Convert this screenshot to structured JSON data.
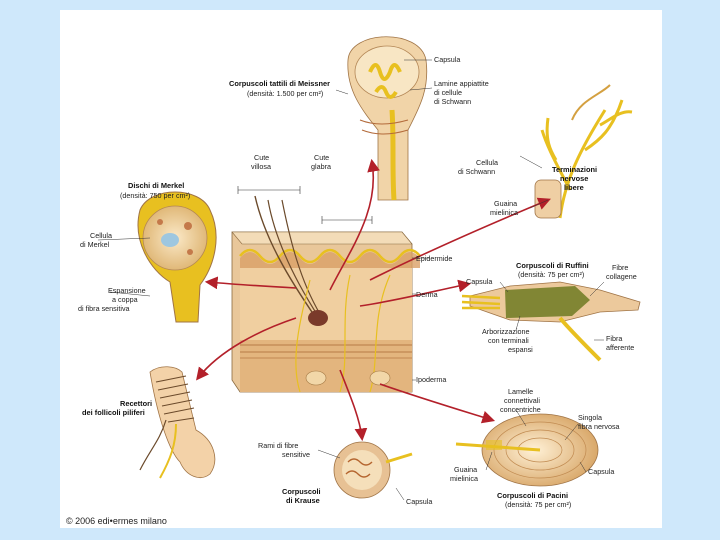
{
  "labels": {
    "capsula_top": "Capsula",
    "meissner_title": "Corpuscoli tattili di Meissner",
    "meissner_density": "(densità: 1.500 per cm²)",
    "lamine_1": "Lamine appiattite",
    "lamine_2": "di cellule",
    "lamine_3": "di Schwann",
    "cute_villosa_1": "Cute",
    "cute_villosa_2": "villosa",
    "cute_glabra_1": "Cute",
    "cute_glabra_2": "glabra",
    "merkel_title": "Dischi di Merkel",
    "merkel_density": "(densità: 750 per cm²)",
    "cellula_schwann_1": "Cellula",
    "cellula_schwann_2": "di Schwann",
    "terminazioni_1": "Terminazioni",
    "terminazioni_2": "nervose",
    "terminazioni_3": "libere",
    "guaina_mielinica_1": "Guaina",
    "guaina_mielinica_2": "mielinica",
    "cellula_merkel_1": "Cellula",
    "cellula_merkel_2": "di Merkel",
    "epidermide": "Epidermide",
    "ruffini_title": "Corpuscoli di Ruffini",
    "ruffini_density": "(densità: 75 per cm²)",
    "fibre_collagene_1": "Fibre",
    "fibre_collagene_2": "collagene",
    "capsula_ruffini": "Capsula",
    "espansione_1": "Espansione",
    "espansione_2": "a coppa",
    "espansione_3": "di fibra sensitiva",
    "derma": "Derma",
    "arborizzazione_1": "Arborizzazione",
    "arborizzazione_2": "con terminali",
    "arborizzazione_3": "espansi",
    "fibra_afferente_1": "Fibra",
    "fibra_afferente_2": "afferente",
    "ipoderma": "Ipoderma",
    "follicoli_1": "Recettori",
    "follicoli_2": "dei follicoli piliferi",
    "lamelle_1": "Lamelle",
    "lamelle_2": "connettivali",
    "lamelle_3": "concentriche",
    "singola_fibra_1": "Singola",
    "singola_fibra_2": "fibra nervosa",
    "rami_1": "Rami di fibre",
    "rami_2": "sensitive",
    "guaina_pacini_1": "Guaina",
    "guaina_pacini_2": "mielinica",
    "capsula_pacini": "Capsula",
    "krause_1": "Corpuscoli",
    "krause_2": "di Krause",
    "capsula_krause": "Capsula",
    "pacini_title": "Corpuscoli di Pacini",
    "pacini_density": "(densità: 75 per cm²)"
  },
  "copyright": "© 2006 edi•ermes milano",
  "colors": {
    "background": "#cfe8fb",
    "arrow": "#b3202a",
    "skin": "#f4d8b0",
    "nerve": "#f2d21a",
    "tissue": "#c98a4a"
  }
}
